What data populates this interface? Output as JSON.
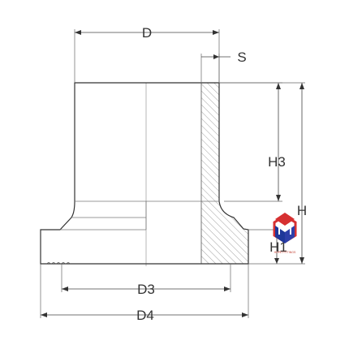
{
  "diagram": {
    "labels": {
      "d": "D",
      "s": "S",
      "h3": "H3",
      "h": "H",
      "h1": "H1",
      "d3": "D3",
      "d4": "D4"
    },
    "logo": {
      "caption": "HDPE FITTINGS",
      "colors": {
        "red": "#d63031",
        "blue": "#1e3799"
      }
    },
    "colors": {
      "stroke": "#333333",
      "hatch": "#777777"
    }
  }
}
